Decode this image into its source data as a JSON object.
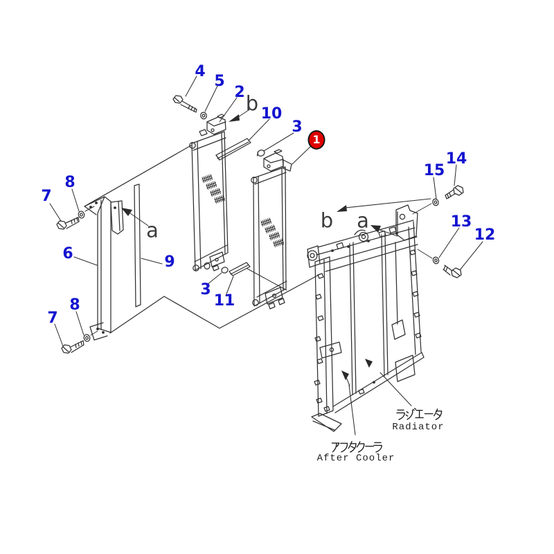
{
  "diagram": {
    "kind": "exploded-parts-diagram",
    "subject": "radiator and after-cooler assembly"
  },
  "labels": {
    "n1": "1",
    "n2": "2",
    "n3": "3",
    "n4": "4",
    "n5": "5",
    "n6": "6",
    "n7": "7",
    "n8": "8",
    "n9": "9",
    "n10": "10",
    "n11": "11",
    "n12": "12",
    "n13": "13",
    "n14": "14",
    "n15": "15",
    "view_a": "a",
    "view_b": "b"
  },
  "badge": {
    "number": "1",
    "fill": "#e00000",
    "border": "#161616",
    "text_color": "#ffffff"
  },
  "captions": {
    "radiator_ja": "ラジエータ",
    "radiator_en": "Radiator",
    "after_cooler_ja": "アフタクーラ",
    "after_cooler_en": "After Cooler"
  },
  "colors": {
    "callout_blue": "#1414cf",
    "badge_red": "#e00000",
    "line_dark": "#303030",
    "background": "#ffffff"
  },
  "parts_depicted": [
    {
      "callout": "1",
      "shape": "after-cooler core (highlighted red circle)"
    },
    {
      "callout": "2",
      "shape": "top mount bracket"
    },
    {
      "callout": "3",
      "shape": "plug cap (two places)"
    },
    {
      "callout": "4",
      "shape": "bolt"
    },
    {
      "callout": "5",
      "shape": "washer"
    },
    {
      "callout": "6",
      "shape": "mounting plate"
    },
    {
      "callout": "7",
      "shape": "bolt (two places)"
    },
    {
      "callout": "8",
      "shape": "washer (two places)"
    },
    {
      "callout": "9",
      "shape": "seal strip"
    },
    {
      "callout": "10",
      "shape": "bar pin"
    },
    {
      "callout": "11",
      "shape": "bar pin"
    },
    {
      "callout": "12",
      "shape": "bolt"
    },
    {
      "callout": "13",
      "shape": "washer"
    },
    {
      "callout": "14",
      "shape": "bolt"
    },
    {
      "callout": "15",
      "shape": "washer"
    },
    {
      "callout": "a",
      "shape": "view direction arrow"
    },
    {
      "callout": "b",
      "shape": "view direction arrow"
    }
  ]
}
